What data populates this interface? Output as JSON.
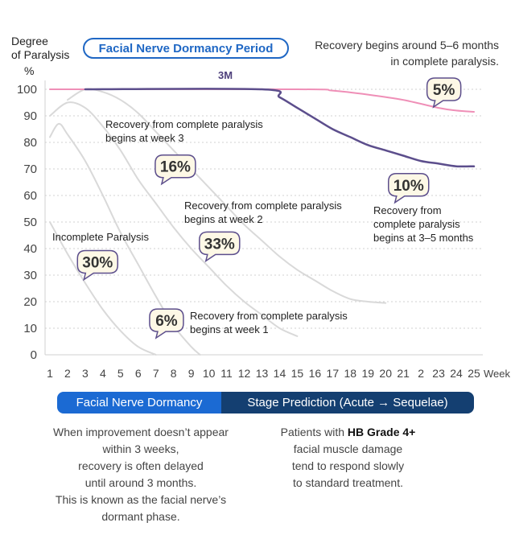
{
  "header": {
    "y_axis_title_line1": "Degree",
    "y_axis_title_line2": "of Paralysis",
    "y_axis_unit": "%",
    "period_title": "Facial Nerve Dormancy Period",
    "top_note_line1": "Recovery begins around 5–6 months",
    "top_note_line2": "in complete paralysis."
  },
  "annotations": {
    "month_marker": "3M",
    "week3_line1": "Recovery from complete paralysis",
    "week3_line2": "begins at week 3",
    "week2_line1": "Recovery from complete paralysis",
    "week2_line2": "begins at week 2",
    "week1_line1": "Recovery from complete paralysis",
    "week1_line2": "begins at week 1",
    "incomplete": "Incomplete Paralysis",
    "months35_line1": "Recovery from",
    "months35_line2": "complete paralysis",
    "months35_line3": "begins at 3–5 months"
  },
  "legend": {
    "left": "Facial Nerve Dormancy",
    "right": "Stage Prediction (Acute → Sequelae)"
  },
  "descriptions": {
    "left": [
      "When improvement doesn’t appear",
      "within 3 weeks,",
      "recovery is often delayed",
      "until around 3 months.",
      "This is known as the facial nerve’s",
      "dormant phase."
    ],
    "right_line1_prefix": "Patients with ",
    "right_line1_bold": "HB Grade 4+",
    "right_rest": [
      "facial muscle damage",
      "tend to respond slowly",
      "to standard treatment."
    ]
  },
  "colors": {
    "pink": "#ef8fb7",
    "purple": "#5c4e8c",
    "gray_curve": "#d9d9d9",
    "grid": "#d0d0d0",
    "bubble_fill": "#fdf8e6",
    "bubble_stroke": "#5c4e8c",
    "dormancy_blue": "#1b6ad3",
    "stage_navy": "#143f71"
  },
  "chart_data": {
    "type": "line",
    "xlabel": "Week",
    "ylabel": "Degree of Paralysis %",
    "x_ticks": [
      "1",
      "2",
      "3",
      "4",
      "5",
      "6",
      "7",
      "8",
      "9",
      "10",
      "11",
      "12",
      "13",
      "14",
      "15",
      "16",
      "17",
      "18",
      "19",
      "20",
      "21",
      "2",
      "23",
      "24",
      "25"
    ],
    "y_ticks": [
      0,
      10,
      20,
      30,
      40,
      50,
      60,
      70,
      80,
      90,
      100
    ],
    "ylim": [
      0,
      100
    ],
    "xlim": [
      1,
      25
    ],
    "grid": true,
    "series": [
      {
        "name": "Recovery begins around 5–6 months in complete paralysis",
        "color": "#ef8fb7",
        "points": [
          [
            1,
            100
          ],
          [
            15,
            100
          ],
          [
            17,
            99.5
          ],
          [
            19,
            98
          ],
          [
            21,
            96
          ],
          [
            23,
            93
          ],
          [
            24,
            92
          ],
          [
            25,
            91.5
          ]
        ]
      },
      {
        "name": "Recovery from complete paralysis begins at 3–5 months",
        "color": "#5c4e8c",
        "points": [
          [
            3,
            100
          ],
          [
            13,
            100
          ],
          [
            14,
            97
          ],
          [
            15,
            93
          ],
          [
            16,
            89
          ],
          [
            17,
            85
          ],
          [
            18,
            82
          ],
          [
            19,
            79
          ],
          [
            20,
            77
          ],
          [
            21,
            75
          ],
          [
            22,
            73
          ],
          [
            23,
            72
          ],
          [
            24,
            71
          ],
          [
            25,
            71
          ]
        ]
      },
      {
        "name": "Recovery from complete paralysis begins at week 3",
        "color": "#d9d9d9",
        "points": [
          [
            2,
            96
          ],
          [
            3,
            100
          ],
          [
            4,
            99
          ],
          [
            5,
            96
          ],
          [
            6,
            91
          ],
          [
            7,
            84
          ],
          [
            8,
            77
          ],
          [
            9,
            70
          ],
          [
            10,
            63
          ],
          [
            11,
            56
          ],
          [
            12,
            49
          ],
          [
            13,
            43
          ],
          [
            14,
            37
          ],
          [
            15,
            32
          ],
          [
            16,
            28
          ],
          [
            17,
            24
          ],
          [
            18,
            21
          ],
          [
            19,
            20
          ],
          [
            20,
            19.5
          ]
        ]
      },
      {
        "name": "Recovery from complete paralysis begins at week 2",
        "color": "#d9d9d9",
        "points": [
          [
            1,
            90
          ],
          [
            2,
            95
          ],
          [
            3,
            93
          ],
          [
            4,
            86
          ],
          [
            5,
            77
          ],
          [
            6,
            66
          ],
          [
            7,
            57
          ],
          [
            8,
            48
          ],
          [
            9,
            40
          ],
          [
            10,
            33
          ],
          [
            11,
            26
          ],
          [
            12,
            20
          ],
          [
            13,
            15
          ],
          [
            14,
            10
          ],
          [
            15,
            7
          ]
        ]
      },
      {
        "name": "Incomplete Paralysis",
        "color": "#d9d9d9",
        "points": [
          [
            1,
            82
          ],
          [
            1.5,
            87
          ],
          [
            2,
            83
          ],
          [
            3,
            73
          ],
          [
            4,
            60
          ],
          [
            5,
            46
          ],
          [
            6,
            34
          ],
          [
            7,
            22
          ],
          [
            8,
            11
          ],
          [
            9,
            3
          ],
          [
            9.5,
            0
          ]
        ]
      },
      {
        "name": "Recovery from complete paralysis begins at week 1",
        "color": "#d9d9d9",
        "points": [
          [
            1,
            50
          ],
          [
            2,
            38
          ],
          [
            3,
            27
          ],
          [
            4,
            17
          ],
          [
            5,
            9
          ],
          [
            6,
            3
          ],
          [
            7,
            0
          ]
        ]
      }
    ],
    "bubbles": [
      {
        "label": "5%",
        "x": 23.3,
        "y": 100
      },
      {
        "label": "16%",
        "x": 8.1,
        "y": 71
      },
      {
        "label": "10%",
        "x": 21.3,
        "y": 64
      },
      {
        "label": "33%",
        "x": 10.6,
        "y": 42
      },
      {
        "label": "30%",
        "x": 3.7,
        "y": 35
      },
      {
        "label": "6%",
        "x": 7.6,
        "y": 13
      }
    ]
  }
}
